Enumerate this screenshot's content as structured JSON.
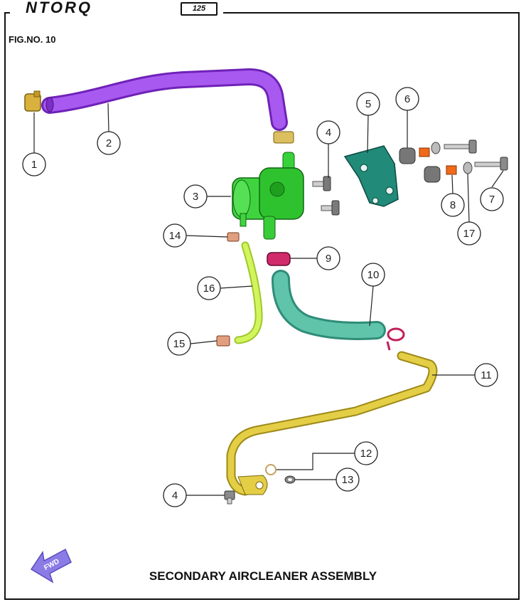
{
  "header": {
    "brand_word": "NTORQ",
    "brand_badge": "125"
  },
  "figure_number": "FIG.NO. 10",
  "caption": "SECONDARY AIRCLEANER ASSEMBLY",
  "direction_label": "FWD",
  "colors": {
    "hose_2": "#9b3fe3",
    "valve_3": "#2ecc2e",
    "bracket_5": "#1f8a7a",
    "hose_10": "#4bb39a",
    "pipe_11": "#d9c23a",
    "hose_16": "#c8f04a",
    "clamp_9": "#d02a6a",
    "spacer_8": "#f06a1a",
    "fwd_arrow": "#8a7be6"
  },
  "callouts": {
    "c1": "1",
    "c2": "2",
    "c3": "3",
    "c4a": "4",
    "c4b": "4",
    "c5": "5",
    "c6": "6",
    "c7": "7",
    "c8": "8",
    "c9": "9",
    "c10": "10",
    "c11": "11",
    "c12": "12",
    "c13": "13",
    "c14": "14",
    "c15": "15",
    "c16": "16",
    "c17": "17"
  }
}
